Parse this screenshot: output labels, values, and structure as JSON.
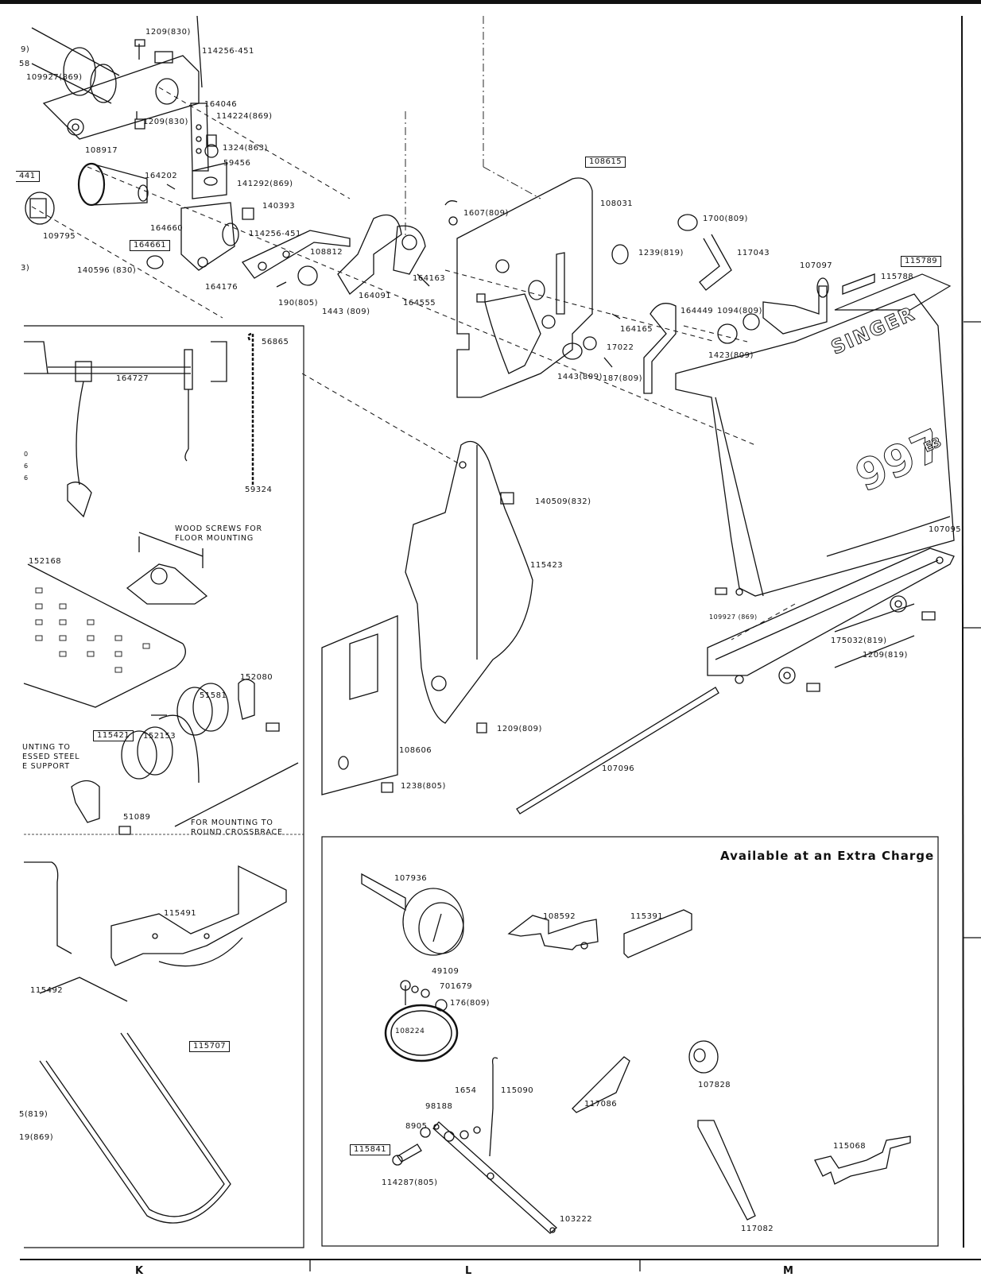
{
  "document": {
    "type": "exploded parts diagram",
    "brand_label": "SINGER",
    "model_label": "997",
    "model_suffix": "E3"
  },
  "top_assembly": {
    "labels": [
      {
        "id": "1209-830-a",
        "text": "1209(830)"
      },
      {
        "id": "114256-451-a",
        "text": "114256-451"
      },
      {
        "id": "109927-869-a",
        "text": "109927(869)"
      },
      {
        "id": "164046",
        "text": "164046"
      },
      {
        "id": "114224-869",
        "text": "114224(869)"
      },
      {
        "id": "1209-830-b",
        "text": "1209(830)"
      },
      {
        "id": "1324-863",
        "text": "1324(863)"
      },
      {
        "id": "108917",
        "text": "108917"
      },
      {
        "id": "59456",
        "text": "59456"
      },
      {
        "id": "164202",
        "text": "164202"
      },
      {
        "id": "141292-869",
        "text": "141292(869)"
      },
      {
        "id": "140393",
        "text": "140393"
      },
      {
        "id": "164660",
        "text": "164660"
      },
      {
        "id": "109795",
        "text": "109795"
      },
      {
        "id": "114256-451-b",
        "text": "114256-451"
      },
      {
        "id": "140596-830",
        "text": "140596 (830)"
      },
      {
        "id": "164176",
        "text": "164176"
      },
      {
        "id": "108812",
        "text": "108812"
      },
      {
        "id": "190-805",
        "text": "190(805)"
      },
      {
        "id": "1443-809-a",
        "text": "1443 (809)"
      },
      {
        "id": "164091",
        "text": "164091"
      },
      {
        "id": "164555",
        "text": "164555"
      },
      {
        "id": "164163",
        "text": "164163"
      },
      {
        "id": "1607-809",
        "text": "1607(809)"
      },
      {
        "id": "108031",
        "text": "108031"
      },
      {
        "id": "1239-819",
        "text": "1239(819)"
      },
      {
        "id": "1700-809",
        "text": "1700(809)"
      },
      {
        "id": "117043",
        "text": "117043"
      },
      {
        "id": "107097",
        "text": "107097"
      },
      {
        "id": "115788",
        "text": "115788"
      },
      {
        "id": "164449",
        "text": "164449"
      },
      {
        "id": "1094-809",
        "text": "1094(809)"
      },
      {
        "id": "164165",
        "text": "164165"
      },
      {
        "id": "17022",
        "text": "17022"
      },
      {
        "id": "1423-809",
        "text": "1423(809)"
      },
      {
        "id": "1443-809-b",
        "text": "1443(809)"
      },
      {
        "id": "187-809",
        "text": "187(809)"
      }
    ],
    "boxed_labels": [
      {
        "id": "box-441",
        "text": "441"
      },
      {
        "id": "box-164661",
        "text": "164661"
      },
      {
        "id": "box-108615",
        "text": "108615"
      },
      {
        "id": "box-115789",
        "text": "115789"
      }
    ],
    "edge_fragments": [
      "9)",
      "58",
      "3)"
    ]
  },
  "middle_assembly": {
    "labels": [
      {
        "id": "140509-832",
        "text": "140509(832)"
      },
      {
        "id": "115423",
        "text": "115423"
      },
      {
        "id": "108606",
        "text": "108606"
      },
      {
        "id": "1209-809",
        "text": "1209(809)"
      },
      {
        "id": "1238-805",
        "text": "1238(805)"
      },
      {
        "id": "107096",
        "text": "107096"
      },
      {
        "id": "107095",
        "text": "107095"
      },
      {
        "id": "109927-869-b",
        "text": "109927 (869)"
      },
      {
        "id": "175032-819",
        "text": "175032(819)"
      },
      {
        "id": "1209-819",
        "text": "1209(819)"
      }
    ]
  },
  "left_panel": {
    "labels": [
      {
        "id": "56865",
        "text": "56865"
      },
      {
        "id": "164727",
        "text": "164727"
      },
      {
        "id": "59324",
        "text": "59324"
      },
      {
        "id": "152168",
        "text": "152168"
      },
      {
        "id": "152080",
        "text": "152080"
      },
      {
        "id": "51581",
        "text": "51581"
      },
      {
        "id": "152153",
        "text": "152153"
      },
      {
        "id": "51089",
        "text": "51089"
      }
    ],
    "boxed_labels": [
      {
        "id": "box-115421",
        "text": "115421"
      }
    ],
    "notes": {
      "wood_screws": "WOOD SCREWS FOR\nFLOOR MOUNTING",
      "pressed_steel": "UNTING TO\nESSED STEEL\nE SUPPORT",
      "round_crossbrace": "FOR MOUNTING TO\nROUND CROSSBRACE"
    },
    "edge_fragments": [
      "0",
      "6",
      "6"
    ]
  },
  "bottom_left": {
    "labels": [
      {
        "id": "115491",
        "text": "115491"
      },
      {
        "id": "115492",
        "text": "115492"
      }
    ],
    "boxed_labels": [
      {
        "id": "box-115707",
        "text": "115707"
      }
    ],
    "edge_fragments": [
      "5(819)",
      "19(869)"
    ]
  },
  "extra_charge": {
    "title": "Available at an Extra Charge",
    "labels": [
      {
        "id": "107936",
        "text": "107936"
      },
      {
        "id": "108592",
        "text": "108592"
      },
      {
        "id": "115391",
        "text": "115391"
      },
      {
        "id": "49109",
        "text": "49109"
      },
      {
        "id": "701679",
        "text": "701679"
      },
      {
        "id": "176-809",
        "text": "176(809)"
      },
      {
        "id": "108224",
        "text": "108224"
      },
      {
        "id": "1654",
        "text": "1654"
      },
      {
        "id": "115090",
        "text": "115090"
      },
      {
        "id": "98188",
        "text": "98188"
      },
      {
        "id": "8905",
        "text": "8905"
      },
      {
        "id": "114287-805",
        "text": "114287(805)"
      },
      {
        "id": "103222",
        "text": "103222"
      },
      {
        "id": "117086",
        "text": "117086"
      },
      {
        "id": "107828",
        "text": "107828"
      },
      {
        "id": "117082",
        "text": "117082"
      },
      {
        "id": "115068",
        "text": "115068"
      }
    ],
    "boxed_labels": [
      {
        "id": "box-115841",
        "text": "115841"
      }
    ]
  },
  "grid_footer": {
    "columns": [
      "K",
      "L",
      "M"
    ]
  }
}
